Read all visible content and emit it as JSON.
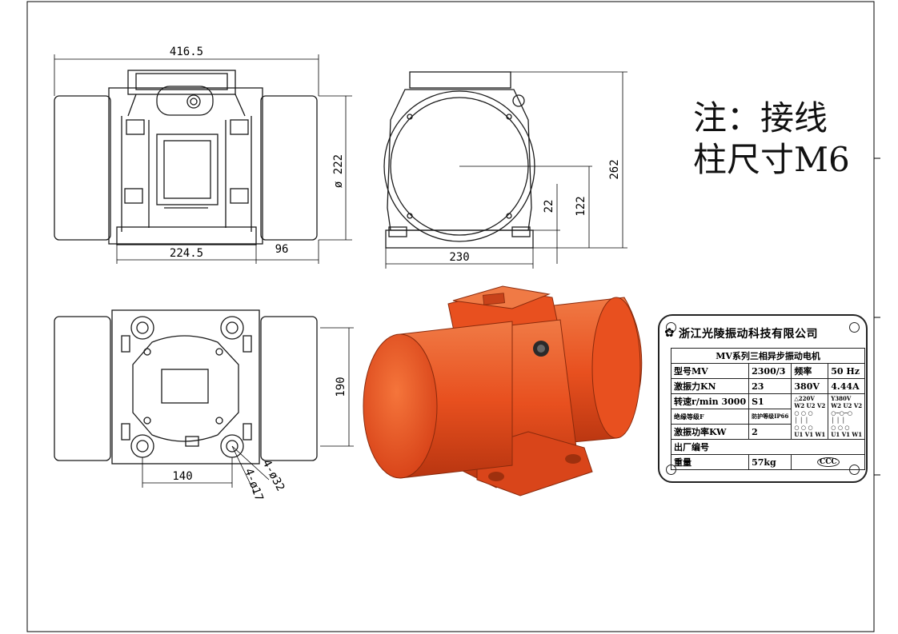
{
  "dimensions": {
    "overall_length": "416.5",
    "diameter": "ø 222",
    "base_length": "224.5",
    "overhang": "96",
    "width": "230",
    "total_height": "262",
    "center_height": "122",
    "base_thickness": "22",
    "mount_spacing_side": "190",
    "mount_spacing_bottom": "140",
    "counterbore": "4-ø32",
    "bolt_hole": "4-ø17"
  },
  "note": {
    "line1": "注：接线",
    "line2": "柱尺寸M6"
  },
  "nameplate": {
    "company": "浙江光陵振动科技有限公司",
    "product": "MV系列三相异步振动电机",
    "model_label": "型号MV",
    "model_value": "2300/3",
    "freq_label": "频率",
    "freq_value": "50 Hz",
    "force_label": "激振力KN",
    "force_value": "23",
    "voltage": "380V",
    "current": "4.44A",
    "speed_label": "转速r/min",
    "speed_value": "3000",
    "duty": "S1",
    "delta_label": "△220V",
    "wye_label": "Y380V",
    "insulation_label": "绝缘等级F",
    "protection_label": "防护等级IP66",
    "power_label": "激振功率KW",
    "power_value": "2",
    "terminals_top": "W2 U2 V2",
    "terminals_bottom": "U1 V1 W1",
    "serial_label": "出厂编号",
    "weight_label": "重量",
    "weight_value": "57kg",
    "cert_mark": "CCC"
  },
  "colors": {
    "motor_body": "#e8501f",
    "motor_shadow": "#b83510",
    "motor_highlight": "#f07a45",
    "line": "#1a1a1a"
  }
}
